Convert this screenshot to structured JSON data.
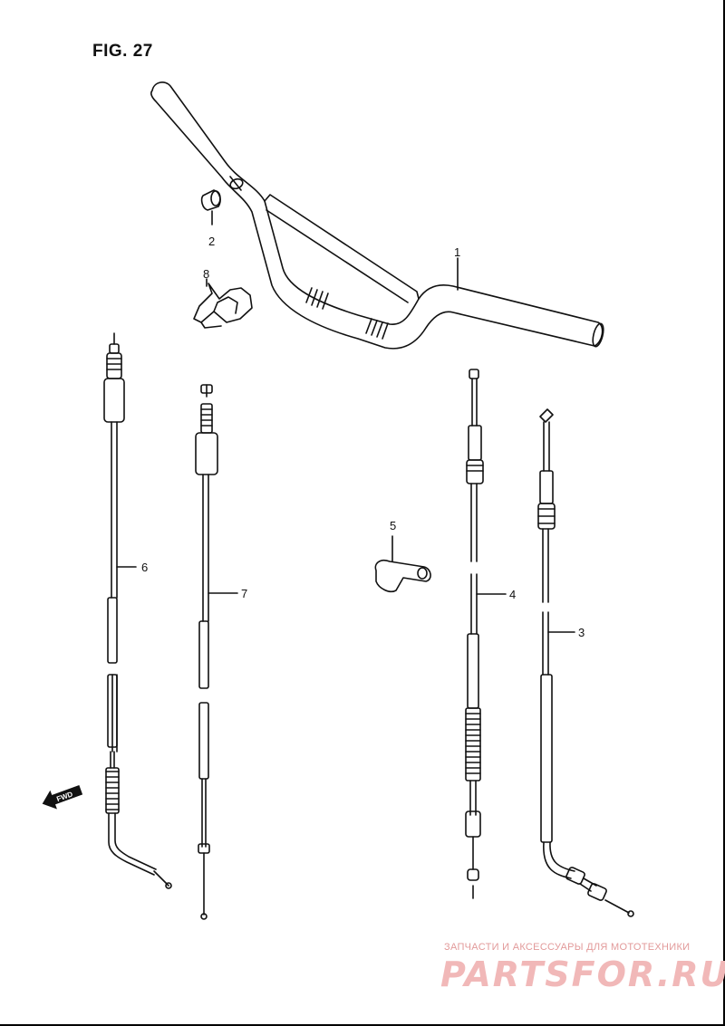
{
  "figure": {
    "title": "FIG. 27"
  },
  "callouts": [
    {
      "id": "1",
      "label": "1"
    },
    {
      "id": "2",
      "label": "2"
    },
    {
      "id": "3",
      "label": "3"
    },
    {
      "id": "4",
      "label": "4"
    },
    {
      "id": "5",
      "label": "5"
    },
    {
      "id": "6",
      "label": "6"
    },
    {
      "id": "7",
      "label": "7"
    },
    {
      "id": "8",
      "label": "8"
    }
  ],
  "fwd": {
    "label": "FWD",
    "icon": "fwd-arrow-icon"
  },
  "watermark": {
    "subtitle": "ЗАПЧАСТИ И АКСЕССУАРЫ ДЛЯ МОТОТЕХНИКИ",
    "logo": "PARTSFOR.RU",
    "color": "#f1b8b8"
  }
}
